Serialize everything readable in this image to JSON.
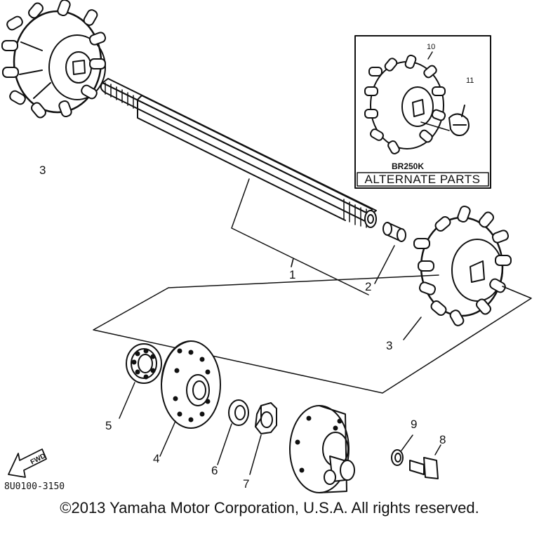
{
  "callouts": {
    "c1": "1",
    "c2": "2",
    "c3_left": "3",
    "c3_right": "3",
    "c4": "4",
    "c5": "5",
    "c6": "6",
    "c7": "7",
    "c8": "8",
    "c9": "9",
    "c10": "10",
    "c11": "11"
  },
  "inset": {
    "model_code": "BR250K",
    "title": "ALTERNATE PARTS"
  },
  "fwd_label": "FWD",
  "figure_code": "8U0100-3150",
  "copyright": "©2013 Yamaha Motor Corporation, U.S.A. All rights reserved."
}
